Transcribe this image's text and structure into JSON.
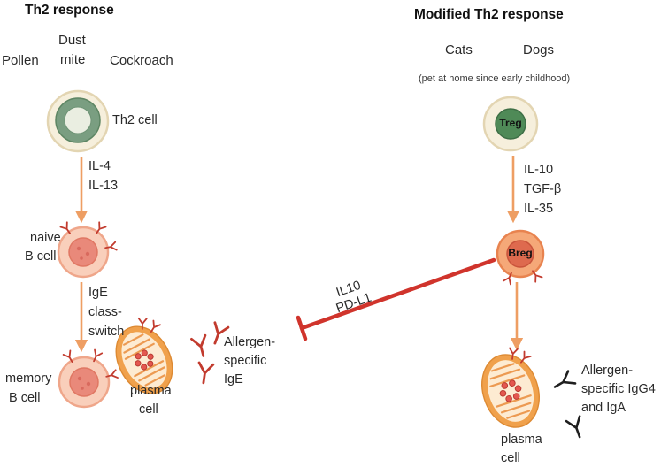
{
  "left": {
    "title": "Th2 response",
    "pollen": "Pollen",
    "dust": "Dust",
    "mite": "mite",
    "cockroach": "Cockroach",
    "th2_cell": "Th2 cell",
    "il4": "IL-4",
    "il13": "IL-13",
    "naive_line1": "naive",
    "naive_line2": "B cell",
    "switch_line1": "IgE",
    "switch_line2": "class-",
    "switch_line3": "switch",
    "memory_line1": "memory",
    "memory_line2": "B cell",
    "plasma_line1": "plasma",
    "plasma_line2": "cell",
    "ige_line1": "Allergen-",
    "ige_line2": "specific",
    "ige_line3": "IgE"
  },
  "right": {
    "title": "Modified Th2 response",
    "cats": "Cats",
    "dogs": "Dogs",
    "note": "(pet at home since early childhood)",
    "treg": "Treg",
    "il10": "IL-10",
    "tgfb": "TGF-β",
    "il35": "IL-35",
    "breg": "Breg",
    "igg_line1": "Allergen-",
    "igg_line2": "specific IgG4",
    "igg_line3": "and IgA",
    "plasma_line1": "plasma",
    "plasma_line2": "cell"
  },
  "inhibition": {
    "line1": "IL10",
    "line2": "PD-L1"
  },
  "colors": {
    "arrow": "#EE9E63",
    "inhibit": "#D0342C",
    "ige": "#C23B2E",
    "igg": "#1F1F1F",
    "cream": "#F6EFDC",
    "green_ring": "#7A9E81",
    "green_disc": "#4F8A57",
    "pink_outer": "#F9CFBB",
    "pink_inner": "#E9897A",
    "plasma": "#F0A14C",
    "breg_outer": "#F5A878",
    "breg_inner": "#DE6A4E",
    "text": "#2A2A2A"
  }
}
